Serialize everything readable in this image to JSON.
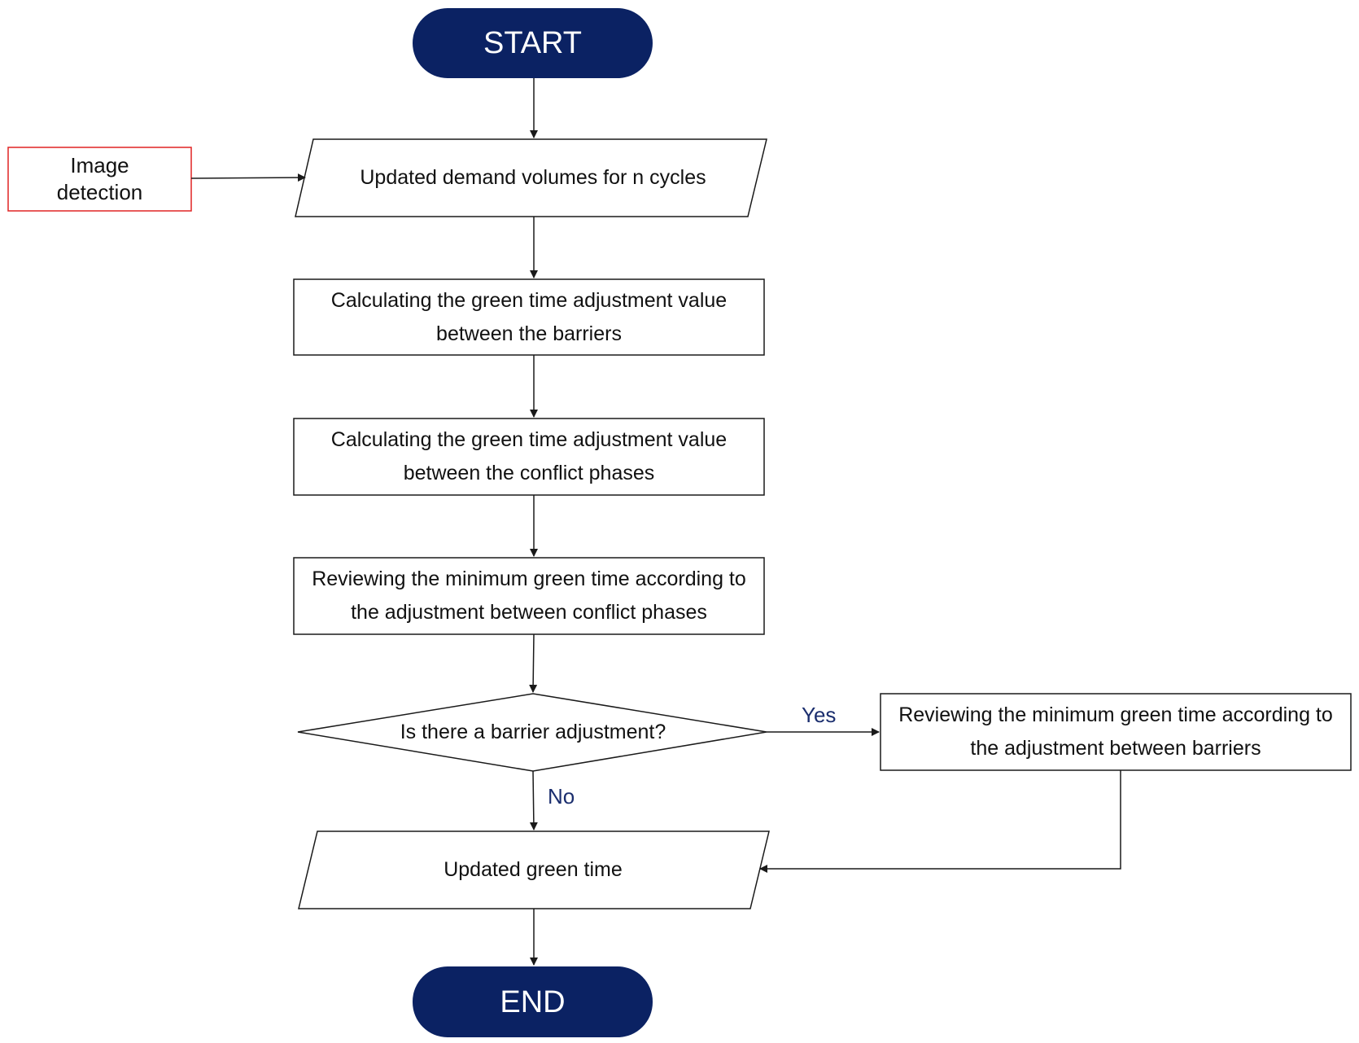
{
  "colors": {
    "terminal_fill": "#0b2263",
    "side_input_border": "#e02424",
    "stroke": "#1a1a1a",
    "branch_label": "#1b2e6e"
  },
  "nodes": {
    "start": "START",
    "image_detection": "Image detection",
    "demand_volumes": "Updated demand volumes for n cycles",
    "calc_barriers": "Calculating the green time adjustment value between the barriers",
    "calc_conflict": "Calculating the green time adjustment value between the conflict phases",
    "review_conflict": "Reviewing the minimum green time according to the adjustment between conflict phases",
    "decision": "Is there a barrier adjustment?",
    "review_barriers": "Reviewing the minimum green time according to the adjustment between barriers",
    "updated_green": "Updated green time",
    "end": "END"
  },
  "branches": {
    "yes": "Yes",
    "no": "No"
  }
}
